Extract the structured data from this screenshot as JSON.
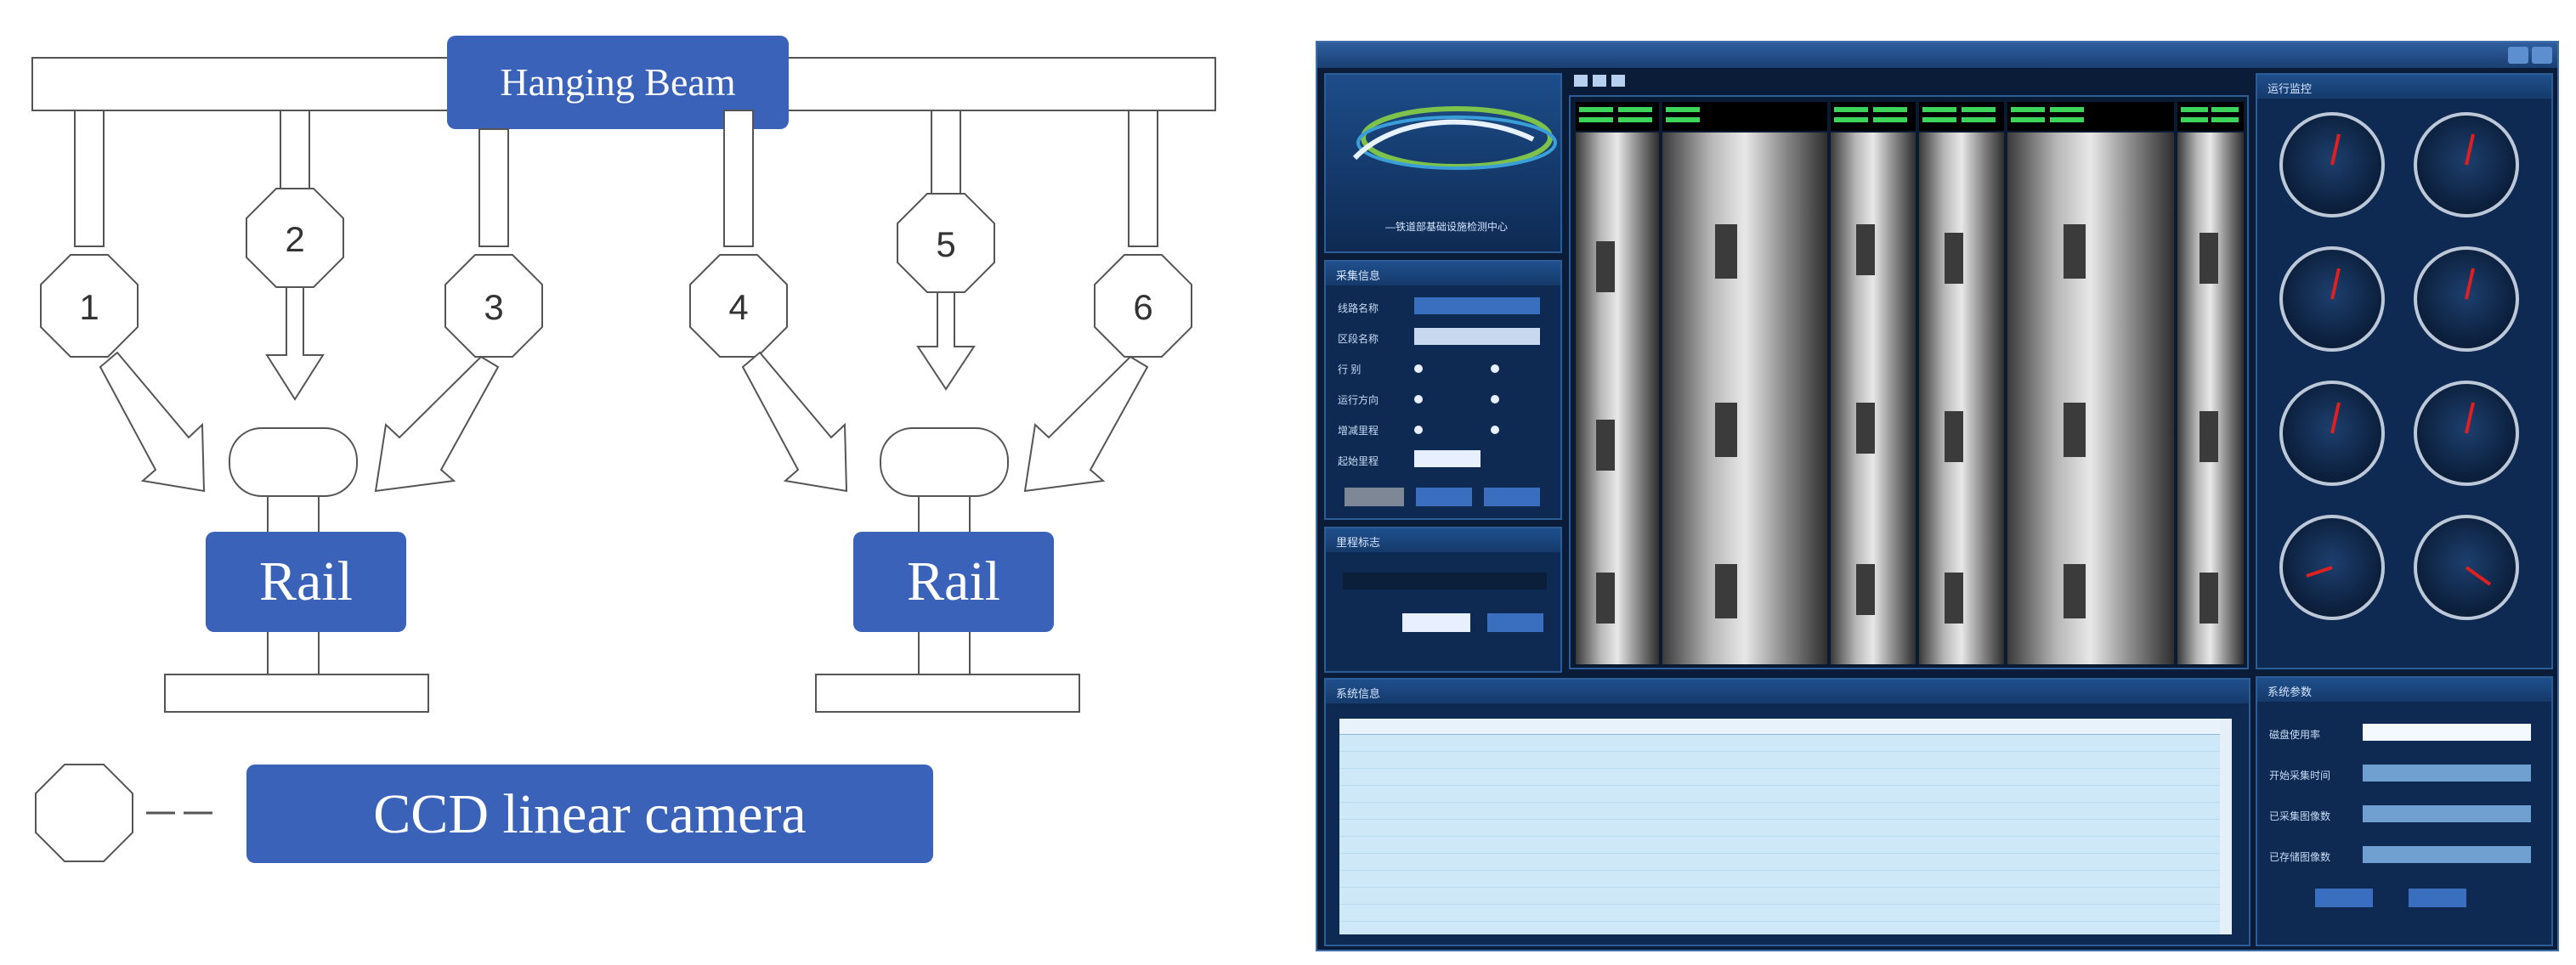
{
  "diagram": {
    "beam_label": "Hanging Beam",
    "cameras": [
      "1",
      "2",
      "3",
      "4",
      "5",
      "6"
    ],
    "rail_left_label": "Rail",
    "rail_right_label": "Rail",
    "legend_label": "CCD linear camera",
    "box_color": "#3a62b8",
    "line_color": "#555555"
  },
  "software": {
    "logo_tagline": "—铁道部基础设施检测中心",
    "panels": {
      "acquisition": "采集信息",
      "calibration": "里程标志",
      "status": "运行监控",
      "log": "系统信息",
      "system": "系统参数"
    },
    "acquisition_fields": [
      {
        "label": "线路名称",
        "value": ""
      },
      {
        "label": "区段名称",
        "value": ""
      },
      {
        "label": "行    别",
        "value": ""
      },
      {
        "label": "运行方向",
        "value": ""
      },
      {
        "label": "增减里程",
        "value": ""
      },
      {
        "label": "起始里程",
        "value": ""
      }
    ],
    "system_fields": [
      "磁盘使用率",
      "开始采集时间",
      "已采集图像数",
      "已存储图像数"
    ],
    "colors": {
      "window": "#0a1c38",
      "panel": "#0e2a52",
      "border": "#2c5d96",
      "log_bg": "#cfe8f7",
      "gauge_needle": "#e02020"
    }
  }
}
